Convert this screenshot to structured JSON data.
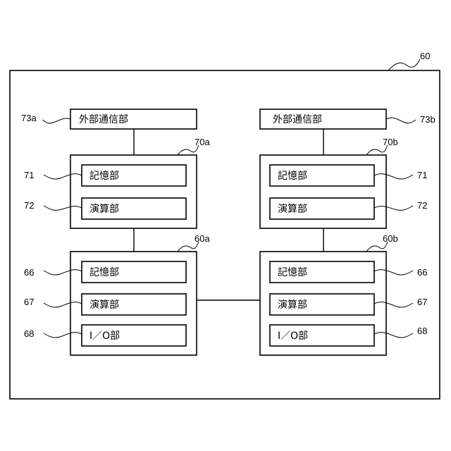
{
  "diagram": {
    "outer_ref": "60",
    "left": {
      "comm": {
        "label": "外部通信部",
        "ref": "73a"
      },
      "upper": {
        "ref": "70a",
        "memory": {
          "label": "記憶部",
          "ref": "71"
        },
        "compute": {
          "label": "演算部",
          "ref": "72"
        }
      },
      "lower": {
        "ref": "60a",
        "memory": {
          "label": "記憶部",
          "ref": "66"
        },
        "compute": {
          "label": "演算部",
          "ref": "67"
        },
        "io": {
          "label": "I／O部",
          "ref": "68"
        }
      }
    },
    "right": {
      "comm": {
        "label": "外部通信部",
        "ref": "73b"
      },
      "upper": {
        "ref": "70b",
        "memory": {
          "label": "記憶部",
          "ref": "71"
        },
        "compute": {
          "label": "演算部",
          "ref": "72"
        }
      },
      "lower": {
        "ref": "60b",
        "memory": {
          "label": "記憶部",
          "ref": "66"
        },
        "compute": {
          "label": "演算部",
          "ref": "67"
        },
        "io": {
          "label": "I／O部",
          "ref": "68"
        }
      }
    }
  }
}
